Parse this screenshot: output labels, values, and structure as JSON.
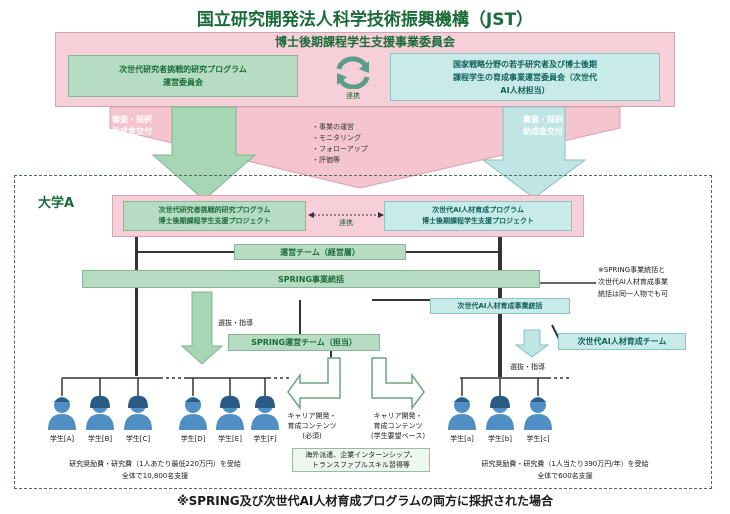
{
  "title": "国立研究開発法人科学技術振興機構（JST）",
  "jst": {
    "committee": "博士後期課程学生支援事業委員会",
    "spring_committee": "次世代研究者挑戦的研究プログラム\n運営委員会",
    "ai_committee": "国家戦略分野の若手研究者及び博士後期\n課程学生の育成事業運営委員会（次世代\nAI人材担当）",
    "link": "連携"
  },
  "arrows": {
    "left": "審査・採択\n助成金交付",
    "right": "審査・採択\n助成金交付",
    "center": "・事業の運営\n・モニタリング\n・フォローアップ\n・評価等"
  },
  "univ": {
    "label": "大学A",
    "spring_project": "次世代研究者挑戦的研究プログラム\n博士後期課程学生支援プロジェクト",
    "ai_project": "次世代AI人材育成プログラム\n博士後期課程学生支援プロジェクト",
    "link": "連携",
    "ops_team": "運営チーム（経営層）",
    "spring_head": "SPRING事業統括",
    "ai_head": "次世代AI人材育成事業統括",
    "note": "※SPRING事業統括と\n次世代AI人材育成事業\n統括は同一人物でも可",
    "spring_team": "SPRING運営チーム（担当）",
    "ai_team": "次世代AI人材育成チーム",
    "select_left": "選抜・指導",
    "select_right": "選抜・指導",
    "career_required": "キャリア開発・\n育成コンテンツ\n(必須)",
    "career_optional": "キャリア開発・\n育成コンテンツ\n(学生要望ベース)",
    "career_examples": "海外派遣、企業インターンシップ、\nトランスファブルスキル習得等"
  },
  "students_left": [
    "学生[A]",
    "学生[B]",
    "学生[C]",
    "学生[D]",
    "学生[E]",
    "学生[F]"
  ],
  "students_right": [
    "学生[a]",
    "学生[b]",
    "学生[c]"
  ],
  "support_left": "研究奨励費・研究費（1人あたり最低220万円）を受給\n全体で10,800名支援",
  "support_right": "研究奨励費・研究費（1人当たり390万円/年）を受給\n全体で600名支援",
  "footer": "※SPRING及び次世代AI人材育成プログラムの両方に採択された場合",
  "colors": {
    "green": "#1b6b3a",
    "pink": "#f7cfd8",
    "teal": "#c8ebea",
    "mint": "#b6ddc3"
  }
}
